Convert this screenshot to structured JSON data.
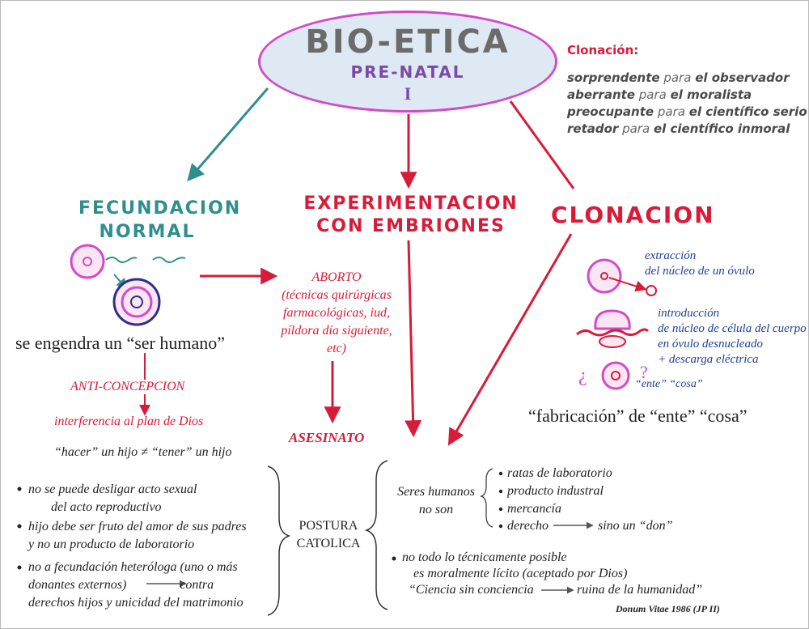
{
  "title": {
    "main": "BIO-ETICA",
    "sub": "PRE-NATAL",
    "numeral": "I"
  },
  "clonacion_box": {
    "heading": "Clonación:",
    "lines": [
      {
        "adj": "sorprendente",
        "para": "para",
        "who": "el observador"
      },
      {
        "adj": "aberrante",
        "para": "para",
        "who": "el moralista"
      },
      {
        "adj": "preocupante",
        "para": "para",
        "who": "el científico serio"
      },
      {
        "adj": "retador",
        "para": "para",
        "who": "el científico inmoral"
      }
    ]
  },
  "fecundacion": {
    "heading_line1": "FECUNDACION",
    "heading_line2": "NORMAL",
    "result": "se engendra un “ser humano”",
    "anticoncepcion": "ANTI-CONCEPCION",
    "interferencia": "interferencia al plan de Dios",
    "hacer_tener": "“hacer” un hijo ≠ “tener”  un hijo"
  },
  "experimentacion": {
    "heading_line1": "EXPERIMENTACION",
    "heading_line2": "CON EMBRIONES",
    "aborto_lines": [
      "ABORTO",
      "(técnicas quirúrgicas",
      "farmacológicas, iud,",
      "píldora día siguiente,",
      "etc)"
    ],
    "asesinato": "ASESINATO"
  },
  "clonacion": {
    "heading": "CLONACION",
    "step1_lines": [
      "extracción",
      "del núcleo de un óvulo"
    ],
    "step2_lines": [
      "introducción",
      "de núcleo de célula del cuerpo",
      "en óvulo desnucleado",
      "+ descarga eléctrica"
    ],
    "question_open": "¿",
    "question_close": "?",
    "ente_cosa_small": "“ente”  “cosa”",
    "fabricacion": "“fabricación” de “ente”  “cosa”"
  },
  "left_bullets": [
    {
      "line1": "no se puede desligar acto sexual",
      "line2": "del acto reproductivo"
    },
    {
      "line1": "hijo debe ser fruto del amor de sus padres",
      "line2": "y no un producto de laboratorio"
    },
    {
      "line1": "no a fecundación heteróloga (uno o más",
      "line2a": "donantes  externos)",
      "line2b": "contra",
      "line3": "derechos hijos y unicidad del matrimonio"
    }
  ],
  "postura": {
    "line1": "POSTURA",
    "line2": "CATOLICA"
  },
  "seres": {
    "line1": "Seres humanos",
    "line2": "no son"
  },
  "right_list": [
    "ratas de laboratorio",
    "producto industral",
    "mercancía"
  ],
  "derecho": {
    "label": "derecho",
    "result": "sino un “don”"
  },
  "no_todo": {
    "line1": "no todo lo técnicamente posible",
    "line2": "es moralmente lícito (aceptado por Dios)",
    "quote_a": "“Ciencia sin conciencia",
    "quote_b": "ruina de la humanidad”"
  },
  "citation": "Donum Vitae 1986 (JP II)",
  "colors": {
    "teal": "#2e8f8c",
    "red": "#d81b38",
    "purple": "#7a4aa8",
    "magenta": "#d14bc8",
    "blue": "#1f3f9a"
  }
}
